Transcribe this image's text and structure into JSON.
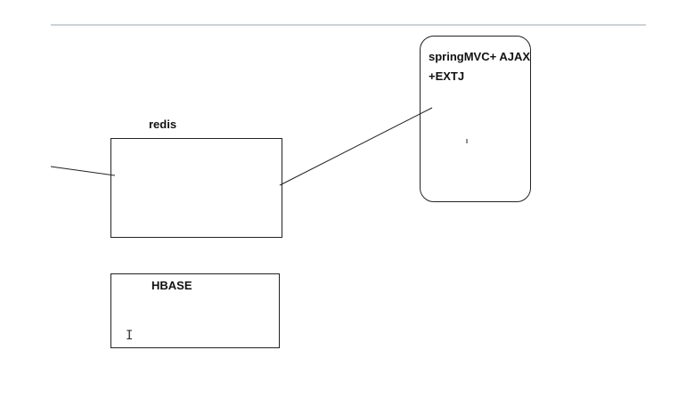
{
  "diagram": {
    "nodes": {
      "redis": {
        "label": "redis"
      },
      "hbase": {
        "label": "HBASE"
      },
      "spring": {
        "label_line1": "springMVC+ AJAX",
        "label_line2": "+EXTJ"
      }
    },
    "edges": [
      {
        "from": "off-canvas-left",
        "to": "redis"
      },
      {
        "from": "redis",
        "to": "spring"
      }
    ],
    "colors": {
      "stroke": "#222222",
      "rule": "#c8d3dc",
      "background": "#ffffff"
    }
  },
  "cursor": {
    "glyph": "I",
    "icon": "text-cursor-icon"
  }
}
